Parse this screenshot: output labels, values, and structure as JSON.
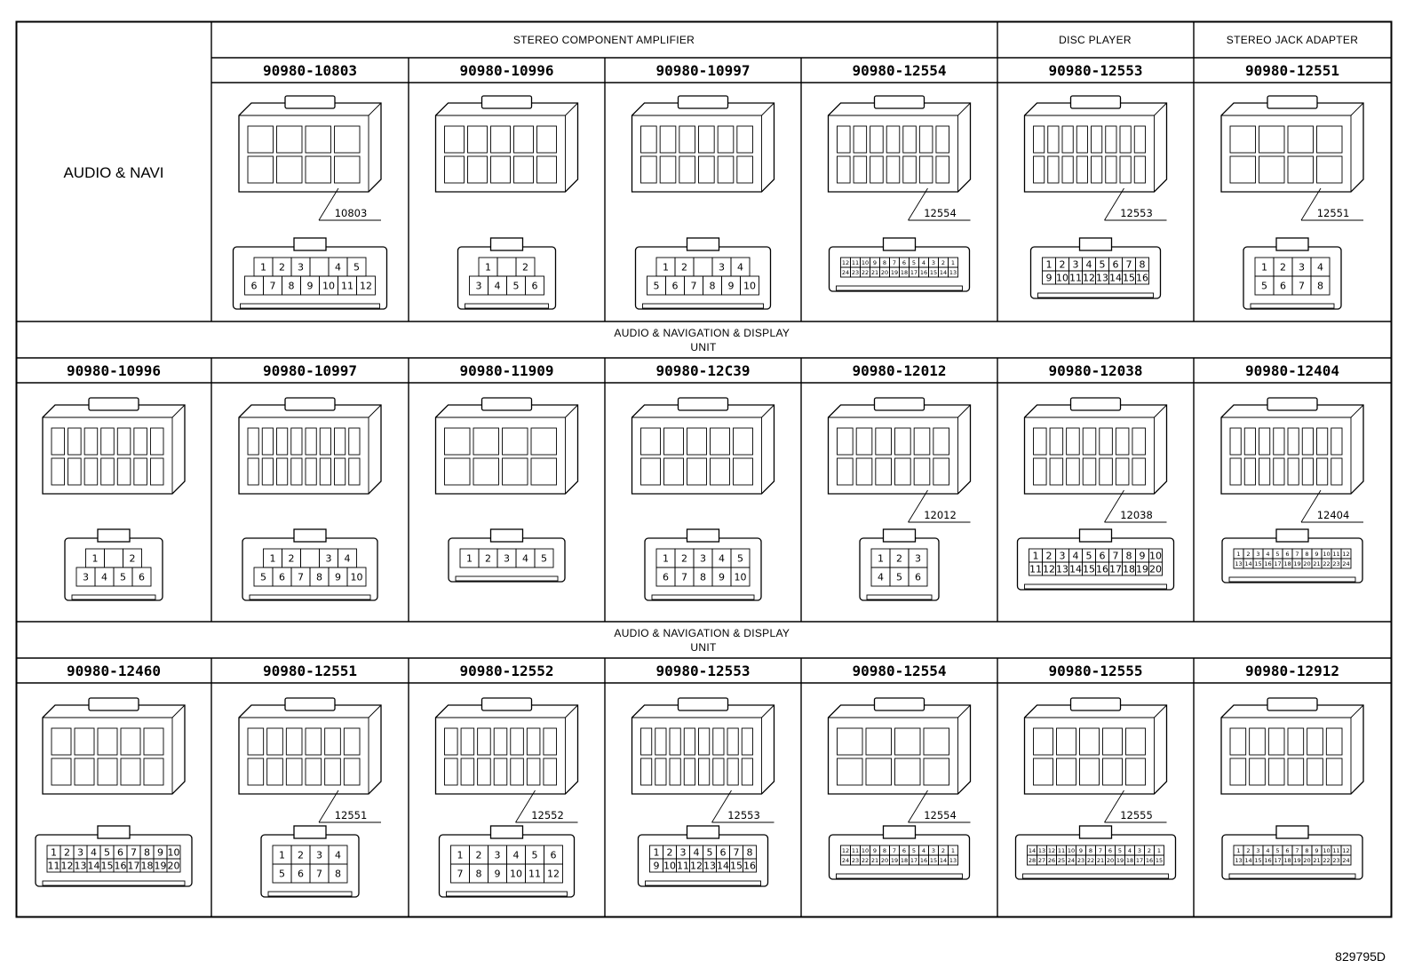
{
  "title": "AUDIO & NAVI",
  "reference_id": "829795D",
  "sections": [
    {
      "groups": [
        {
          "label": "STEREO COMPONENT AMPLIFIER"
        },
        {
          "label": "DISC PLAYER"
        },
        {
          "label": "STEREO JACK ADAPTER"
        }
      ],
      "connectors": [
        {
          "part": "90980-10803",
          "callout": "10803",
          "pin_rows": [
            [
              "1",
              "2",
              "3",
              "",
              "4",
              "5"
            ],
            [
              "6",
              "7",
              "8",
              "9",
              "10",
              "11",
              "12"
            ]
          ]
        },
        {
          "part": "90980-10996",
          "callout": "",
          "pin_rows": [
            [
              "1",
              "",
              "2"
            ],
            [
              "3",
              "4",
              "5",
              "6"
            ]
          ]
        },
        {
          "part": "90980-10997",
          "callout": "",
          "pin_rows": [
            [
              "1",
              "2",
              "",
              "3",
              "4"
            ],
            [
              "5",
              "6",
              "7",
              "8",
              "9",
              "10"
            ]
          ]
        },
        {
          "part": "90980-12554",
          "callout": "12554",
          "pin_rows": [
            [
              "12",
              "11",
              "10",
              "9",
              "8",
              "7",
              "6",
              "5",
              "4",
              "3",
              "2",
              "1"
            ],
            [
              "24",
              "23",
              "22",
              "21",
              "20",
              "19",
              "18",
              "17",
              "16",
              "15",
              "14",
              "13"
            ]
          ]
        },
        {
          "part": "90980-12553",
          "callout": "12553",
          "pin_rows": [
            [
              "1",
              "2",
              "3",
              "4",
              "5",
              "6",
              "7",
              "8"
            ],
            [
              "9",
              "10",
              "11",
              "12",
              "13",
              "14",
              "15",
              "16"
            ]
          ]
        },
        {
          "part": "90980-12551",
          "callout": "12551",
          "pin_rows": [
            [
              "1",
              "2",
              "3",
              "4"
            ],
            [
              "5",
              "6",
              "7",
              "8"
            ]
          ]
        }
      ]
    },
    {
      "groups": [
        {
          "label": "AUDIO & NAVIGATION & DISPLAY\nUNIT"
        }
      ],
      "connectors": [
        {
          "part": "90980-10996",
          "callout": "",
          "pin_rows": [
            [
              "1",
              "",
              "2"
            ],
            [
              "3",
              "4",
              "5",
              "6"
            ]
          ]
        },
        {
          "part": "90980-10997",
          "callout": "",
          "pin_rows": [
            [
              "1",
              "2",
              "",
              "3",
              "4"
            ],
            [
              "5",
              "6",
              "7",
              "8",
              "9",
              "10"
            ]
          ]
        },
        {
          "part": "90980-11909",
          "callout": "",
          "pin_rows": [
            [
              "1",
              "2",
              "3",
              "4",
              "5"
            ]
          ]
        },
        {
          "part": "90980-12C39",
          "callout": "",
          "pin_rows": [
            [
              "1",
              "2",
              "3",
              "4",
              "5"
            ],
            [
              "6",
              "7",
              "8",
              "9",
              "10"
            ]
          ]
        },
        {
          "part": "90980-12012",
          "callout": "12012",
          "pin_rows": [
            [
              "1",
              "2",
              "3"
            ],
            [
              "4",
              "5",
              "6"
            ]
          ]
        },
        {
          "part": "90980-12038",
          "callout": "12038",
          "pin_rows": [
            [
              "1",
              "2",
              "3",
              "4",
              "5",
              "6",
              "7",
              "8",
              "9",
              "10"
            ],
            [
              "11",
              "12",
              "13",
              "14",
              "15",
              "16",
              "17",
              "18",
              "19",
              "20"
            ]
          ]
        },
        {
          "part": "90980-12404",
          "callout": "12404",
          "pin_rows": [
            [
              "1",
              "2",
              "3",
              "4",
              "5",
              "6",
              "7",
              "8",
              "9",
              "10",
              "11",
              "12"
            ],
            [
              "13",
              "14",
              "15",
              "16",
              "17",
              "18",
              "19",
              "20",
              "21",
              "22",
              "23",
              "24"
            ]
          ]
        }
      ]
    },
    {
      "groups": [
        {
          "label": "AUDIO & NAVIGATION & DISPLAY\nUNIT"
        }
      ],
      "connectors": [
        {
          "part": "90980-12460",
          "callout": "",
          "pin_rows": [
            [
              "1",
              "2",
              "3",
              "4",
              "5",
              "6",
              "7",
              "8",
              "9",
              "10"
            ],
            [
              "11",
              "12",
              "13",
              "14",
              "15",
              "16",
              "17",
              "18",
              "19",
              "20"
            ]
          ]
        },
        {
          "part": "90980-12551",
          "callout": "12551",
          "pin_rows": [
            [
              "1",
              "2",
              "3",
              "4"
            ],
            [
              "5",
              "6",
              "7",
              "8"
            ]
          ]
        },
        {
          "part": "90980-12552",
          "callout": "12552",
          "pin_rows": [
            [
              "1",
              "2",
              "3",
              "4",
              "5",
              "6"
            ],
            [
              "7",
              "8",
              "9",
              "10",
              "11",
              "12"
            ]
          ]
        },
        {
          "part": "90980-12553",
          "callout": "12553",
          "pin_rows": [
            [
              "1",
              "2",
              "3",
              "4",
              "5",
              "6",
              "7",
              "8"
            ],
            [
              "9",
              "10",
              "11",
              "12",
              "13",
              "14",
              "15",
              "16"
            ]
          ]
        },
        {
          "part": "90980-12554",
          "callout": "12554",
          "pin_rows": [
            [
              "12",
              "11",
              "10",
              "9",
              "8",
              "7",
              "6",
              "5",
              "4",
              "3",
              "2",
              "1"
            ],
            [
              "24",
              "23",
              "22",
              "21",
              "20",
              "19",
              "18",
              "17",
              "16",
              "15",
              "14",
              "13"
            ]
          ]
        },
        {
          "part": "90980-12555",
          "callout": "12555",
          "pin_rows": [
            [
              "14",
              "13",
              "12",
              "11",
              "10",
              "9",
              "8",
              "7",
              "6",
              "5",
              "4",
              "3",
              "2",
              "1"
            ],
            [
              "28",
              "27",
              "26",
              "25",
              "24",
              "23",
              "22",
              "21",
              "20",
              "19",
              "18",
              "17",
              "16",
              "15"
            ]
          ]
        },
        {
          "part": "90980-12912",
          "callout": "",
          "pin_rows": [
            [
              "1",
              "2",
              "3",
              "4",
              "5",
              "6",
              "7",
              "8",
              "9",
              "10",
              "11",
              "12"
            ],
            [
              "13",
              "14",
              "15",
              "16",
              "17",
              "18",
              "19",
              "20",
              "21",
              "22",
              "23",
              "24"
            ]
          ]
        }
      ]
    }
  ]
}
